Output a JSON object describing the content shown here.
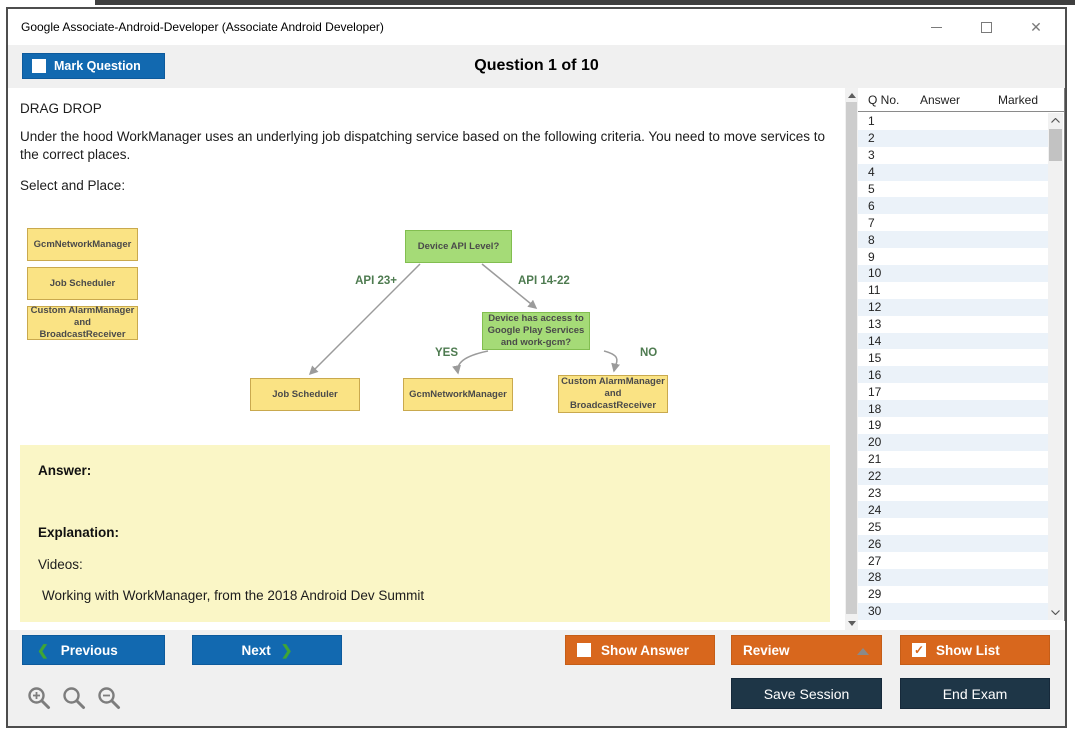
{
  "window": {
    "title": "Google Associate-Android-Developer (Associate Android Developer)",
    "controls": {
      "minimize": "minimize",
      "maximize": "maximize",
      "close": "✕"
    }
  },
  "header": {
    "mark_question_label": "Mark Question",
    "question_counter": "Question 1 of 10"
  },
  "question": {
    "type_label": "DRAG DROP",
    "text": "Under the hood WorkManager uses an underlying job dispatching service based on the following criteria. You need to move services to the correct places.",
    "select_label": "Select and Place:"
  },
  "diagram": {
    "drag_items": [
      "GcmNetworkManager",
      "Job Scheduler",
      "Custom AlarmManager and BroadcastReceiver"
    ],
    "flowchart": {
      "root": "Device API Level?",
      "branch_left_label": "API 23+",
      "branch_right_label": "API 14-22",
      "decision": "Device has access to Google Play Services and work-gcm?",
      "yes_label": "YES",
      "no_label": "NO",
      "target_left": "Job Scheduler",
      "target_middle": "GcmNetworkManager",
      "target_right": "Custom AlarmManager and BroadcastReceiver"
    }
  },
  "answer_panel": {
    "answer_label": "Answer:",
    "explanation_label": "Explanation:",
    "videos_label": "Videos:",
    "video_title": "Working with WorkManager, from the 2018 Android Dev Summit"
  },
  "question_list": {
    "columns": [
      "Q No.",
      "Answer",
      "Marked"
    ],
    "rows": [
      "1",
      "2",
      "3",
      "4",
      "5",
      "6",
      "7",
      "8",
      "9",
      "10",
      "11",
      "12",
      "13",
      "14",
      "15",
      "16",
      "17",
      "18",
      "19",
      "20",
      "21",
      "22",
      "23",
      "24",
      "25",
      "26",
      "27",
      "28",
      "29",
      "30"
    ]
  },
  "footer": {
    "previous": "Previous",
    "next": "Next",
    "show_answer": "Show Answer",
    "review": "Review",
    "show_list": "Show List",
    "save_session": "Save Session",
    "end_exam": "End Exam",
    "prev_chevron": "❮",
    "next_chevron": "❯",
    "show_list_check": "✓"
  },
  "colors": {
    "accent_blue": "#1269b0",
    "accent_orange": "#d8671d",
    "accent_navy": "#1e3647",
    "answer_panel_bg": "#faf6c6",
    "box_yellow": "#fae384",
    "box_green": "#a5db77",
    "flow_label_green": "#4e7b50",
    "alt_row_blue": "#ebf2f9"
  }
}
